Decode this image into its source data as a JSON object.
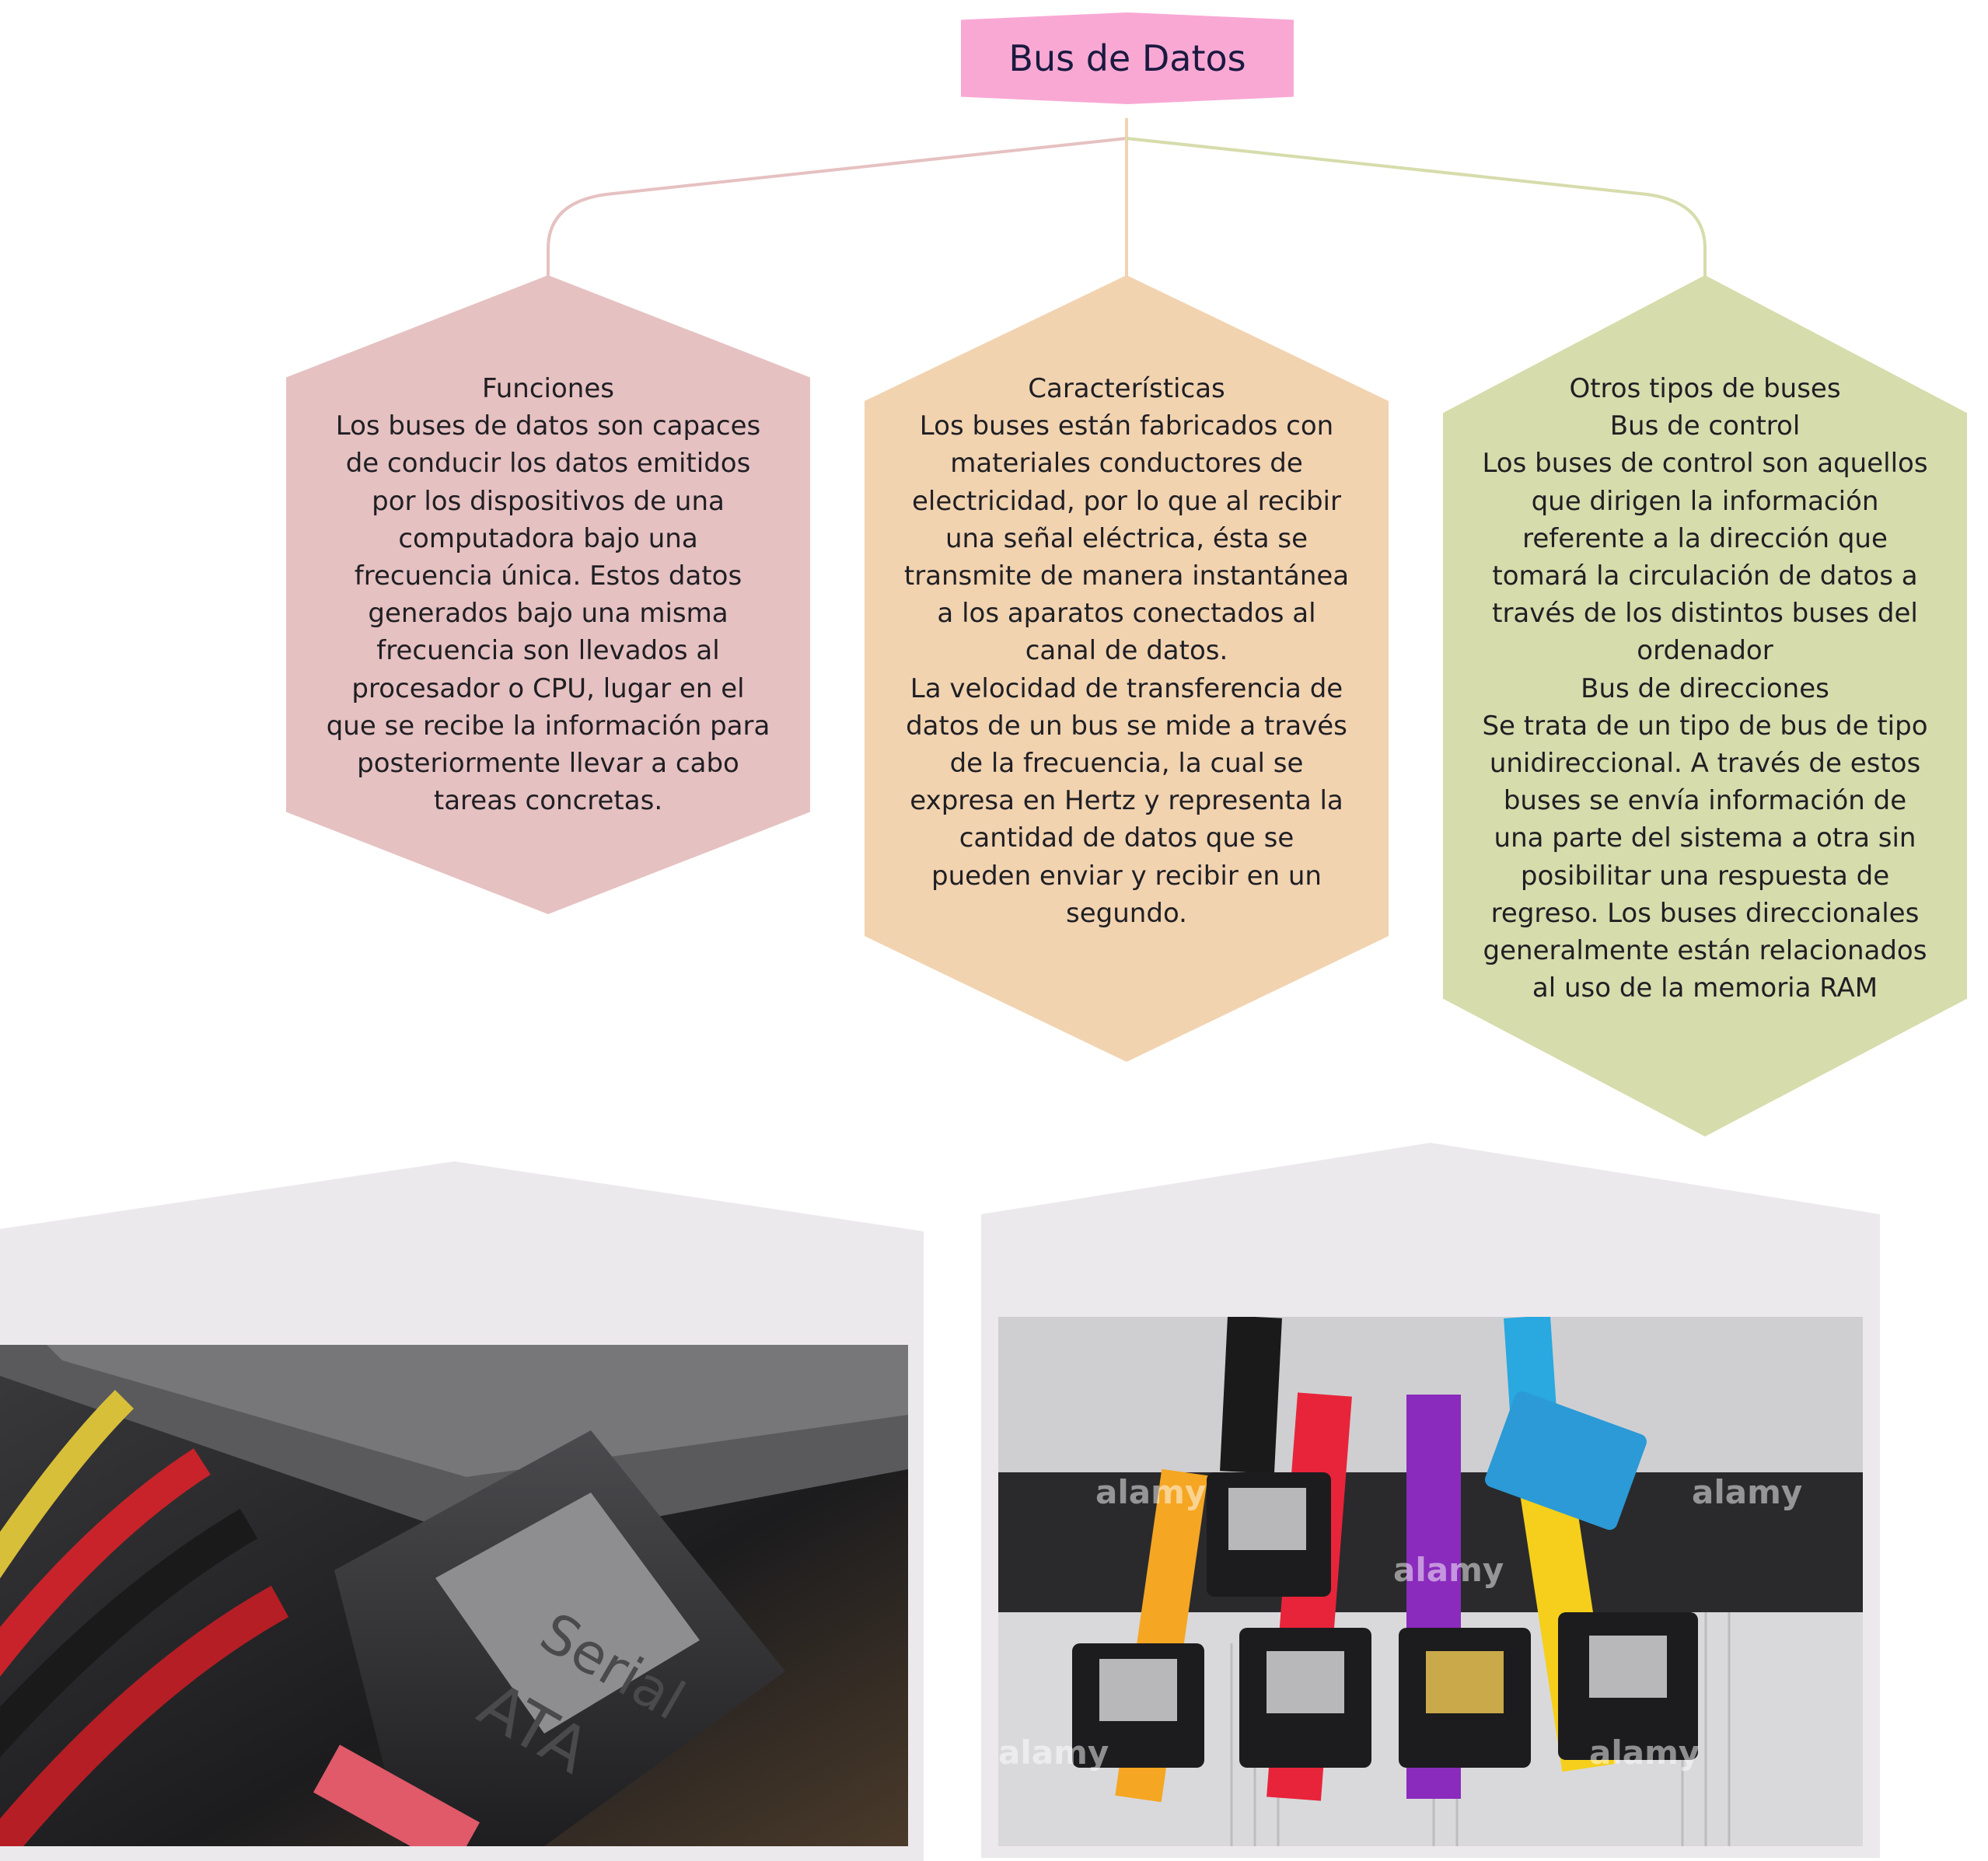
{
  "colors": {
    "title_fill": "#f9a8d4",
    "funciones_fill": "#e6c1c1",
    "caracteristicas_fill": "#f2d3b0",
    "otros_fill": "#d6dcab",
    "photo_frame": "#ece9ec",
    "line_left": "#e6c1c1",
    "line_center": "#f2d3b0",
    "line_right": "#d6dcab"
  },
  "diagram": {
    "title": "Bus de Datos",
    "nodes": [
      {
        "id": "funciones",
        "text": "Funciones\nLos buses de datos son capaces\nde conducir los datos emitidos\npor los dispositivos de una\ncomputadora bajo una\nfrecuencia única. Estos datos\ngenerados bajo una misma\nfrecuencia son llevados al\nprocesador o CPU, lugar en el\nque se recibe la información para\nposteriormente llevar a cabo\ntareas concretas."
      },
      {
        "id": "caracteristicas",
        "text": "Características\nLos buses están fabricados con\nmateriales conductores de\nelectricidad, por lo que al recibir\nuna señal eléctrica, ésta se\ntransmite de manera instantánea\na los aparatos conectados al\ncanal de datos.\nLa velocidad de transferencia de\ndatos de un bus se mide a través\nde la frecuencia, la cual se\nexpresa en Hertz y representa la\ncantidad de datos que se\npueden enviar y recibir en un\nsegundo."
      },
      {
        "id": "otros",
        "text": "Otros tipos de buses\nBus de control\nLos buses de control son aquellos\nque dirigen la información\nreferente a la dirección que\ntomará la circulación de datos a\ntravés de los distintos buses del\nordenador\nBus de direcciones\nSe trata de un tipo de bus de tipo\nunidireccional. A través de estos\nbuses se envía información de\nuna parte del sistema a otra sin\nposibilitar una respuesta de\nregreso. Los buses direccionales\ngeneralmente están relacionados\nal uso de la memoria RAM"
      }
    ],
    "images": [
      {
        "id": "sata-closeup",
        "printed_text": [
          "Serial",
          "ATA"
        ]
      },
      {
        "id": "sata-cables",
        "printed_text": [
          "alamy"
        ]
      }
    ]
  }
}
